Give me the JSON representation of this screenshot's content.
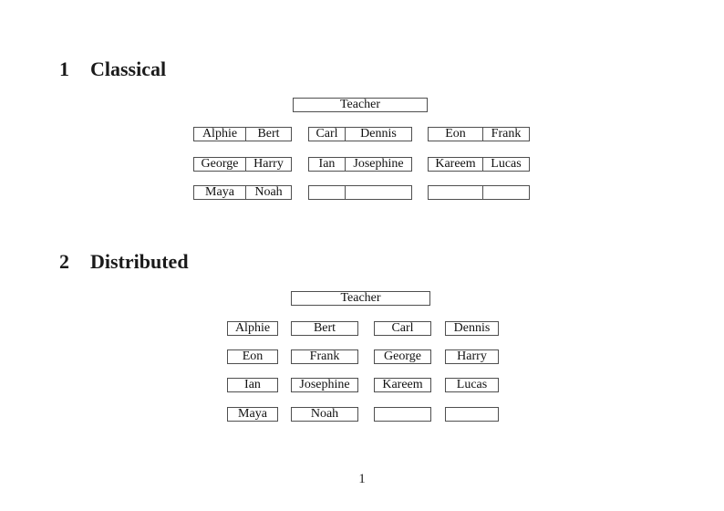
{
  "document": {
    "page_number": "1"
  },
  "classical": {
    "number": "1",
    "title": "Classical",
    "teacher_label": "Teacher",
    "columns": [
      {
        "desks": [
          [
            "Alphie",
            "Bert"
          ],
          [
            "George",
            "Harry"
          ],
          [
            "Maya",
            "Noah"
          ]
        ]
      },
      {
        "desks": [
          [
            "Carl",
            "Dennis"
          ],
          [
            "Ian",
            "Josephine"
          ],
          [
            "",
            ""
          ]
        ]
      },
      {
        "desks": [
          [
            "Eon",
            "Frank"
          ],
          [
            "Kareem",
            "Lucas"
          ],
          [
            "",
            ""
          ]
        ]
      }
    ]
  },
  "distributed": {
    "number": "2",
    "title": "Distributed",
    "teacher_label": "Teacher",
    "columns": [
      {
        "seats": [
          "Alphie",
          "Eon",
          "Ian",
          "Maya"
        ]
      },
      {
        "seats": [
          "Bert",
          "Frank",
          "Josephine",
          "Noah"
        ]
      },
      {
        "seats": [
          "Carl",
          "George",
          "Kareem",
          ""
        ]
      },
      {
        "seats": [
          "Dennis",
          "Harry",
          "Lucas",
          ""
        ]
      }
    ]
  }
}
